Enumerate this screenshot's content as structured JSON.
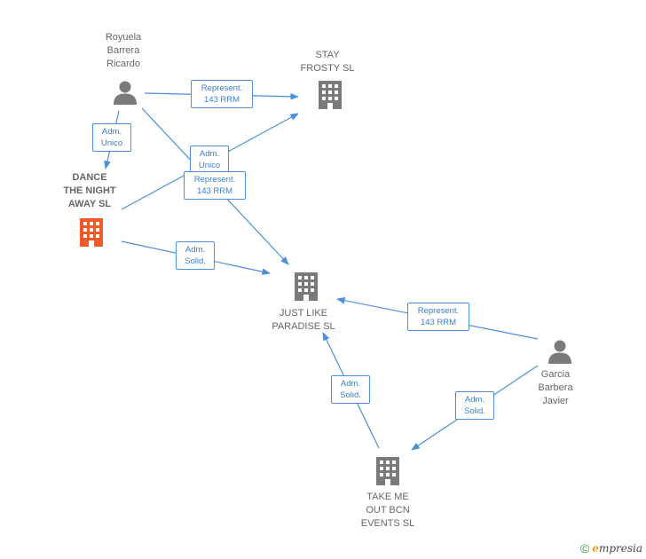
{
  "nodes": {
    "royuela": {
      "label": "Royuela\nBarrera\nRicardo",
      "type": "person"
    },
    "stay_frosty": {
      "label": "STAY\nFROSTY  SL",
      "type": "company"
    },
    "dance": {
      "label": "DANCE\nTHE NIGHT\nAWAY  SL",
      "type": "company-highlight"
    },
    "just_like": {
      "label": "JUST LIKE\nPARADISE  SL",
      "type": "company"
    },
    "garcia": {
      "label": "Garcia\nBarbera\nJavier",
      "type": "person"
    },
    "take_me": {
      "label": "TAKE ME\nOUT BCN\nEVENTS  SL",
      "type": "company"
    }
  },
  "edges": {
    "e1": "Represent.\n143 RRM",
    "e2": "Adm.\nUnico",
    "e3": "Adm.\nUnico",
    "e4": "Represent.\n143 RRM",
    "e5": "Adm.\nSolid.",
    "e6": "Represent.\n143 RRM",
    "e7": "Adm.\nSolid.",
    "e8": "Adm.\nSolid."
  },
  "colors": {
    "edge": "#4a8fd8",
    "icon": "#7a7a7a",
    "highlight": "#f05a28"
  },
  "footer": {
    "copyright": "©",
    "brand_first": "e",
    "brand_rest": "mpresia"
  }
}
